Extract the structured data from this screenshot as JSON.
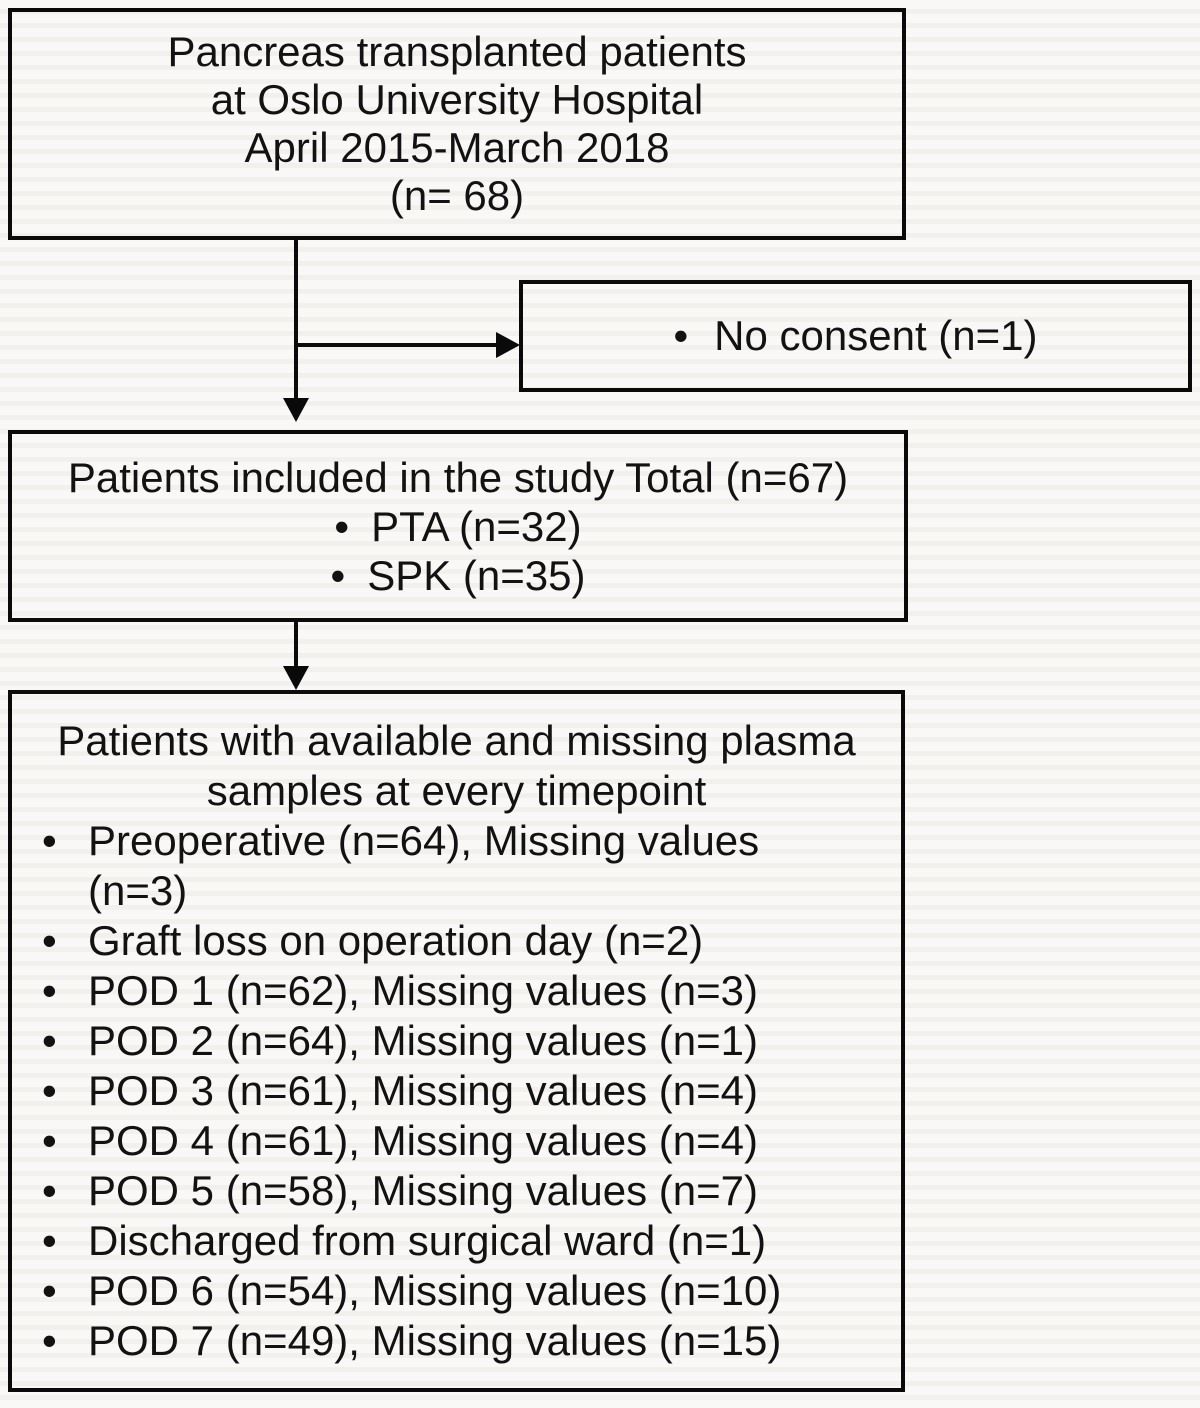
{
  "diagram_title": "Patient inclusion flowchart",
  "glyphs": {
    "bullet": "•"
  },
  "colors": {
    "background": "#f6f5f2",
    "box_border": "#0a0a0a",
    "text": "#121212",
    "arrow": "#0a0a0a"
  },
  "top_box": {
    "lines": [
      "Pancreas transplanted patients",
      "at Oslo University Hospital",
      "April 2015-March 2018",
      "(n= 68)"
    ]
  },
  "no_consent_box": {
    "label": "No consent (n=1)"
  },
  "included_box": {
    "title": "Patients included in the study Total (n=67)",
    "items": [
      "PTA (n=32)",
      "SPK (n=35)"
    ]
  },
  "timepoints_box": {
    "title_lines": [
      "Patients with available and missing plasma",
      "samples at every timepoint"
    ],
    "items": [
      "Preoperative (n=64), Missing values (n=3)",
      "Graft loss on operation day (n=2)",
      "POD 1 (n=62), Missing values (n=3)",
      "POD 2 (n=64), Missing values (n=1)",
      "POD 3 (n=61), Missing values (n=4)",
      "POD 4 (n=61), Missing values (n=4)",
      "POD 5 (n=58), Missing values (n=7)",
      "Discharged from surgical ward (n=1)",
      "POD 6 (n=54), Missing values (n=10)",
      "POD 7 (n=49), Missing values (n=15)"
    ]
  }
}
